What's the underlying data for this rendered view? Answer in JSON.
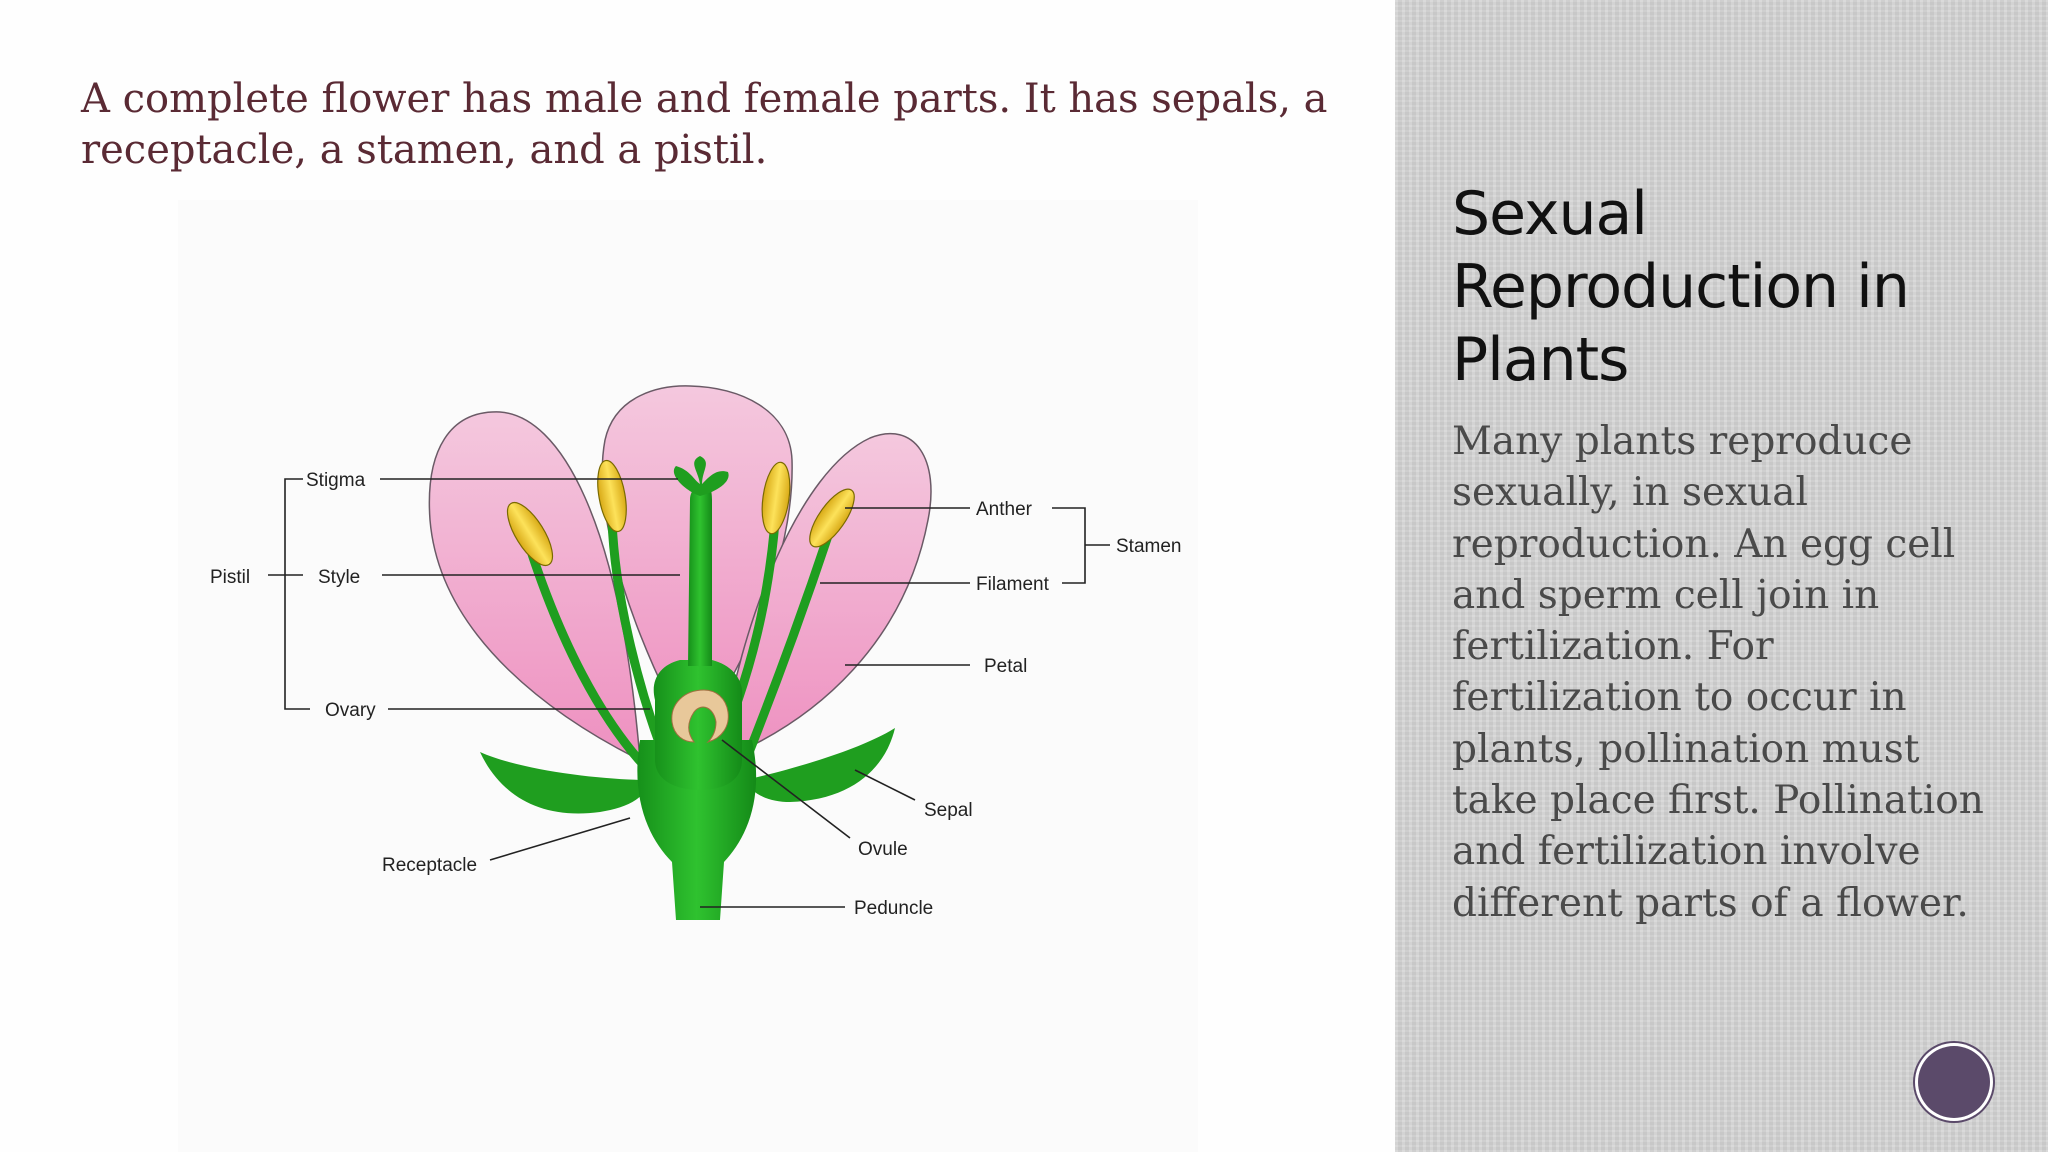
{
  "intro_text": "A complete flower has male and female parts. It has sepals, a receptacle, a stamen, and a pistil.",
  "sidebar": {
    "title": "Sexual Reproduction in Plants",
    "body": "Many plants reproduce sexually, in sexual reproduction. An egg cell and sperm cell join in fertilization. For fertilization to occur in plants, pollination must take place first. Pollination and fertilization involve different parts of a flower."
  },
  "diagram": {
    "labels": {
      "stigma": "Stigma",
      "style": "Style",
      "pistil": "Pistil",
      "ovary": "Ovary",
      "anther": "Anther",
      "filament": "Filament",
      "stamen": "Stamen",
      "petal": "Petal",
      "sepal": "Sepal",
      "ovule": "Ovule",
      "receptacle": "Receptacle",
      "peduncle": "Peduncle"
    }
  },
  "colors": {
    "petal": "#f0a8cc",
    "stem_green": "#1f9e1f",
    "anther_yellow": "#f2d23a",
    "ovule": "#e8c89a",
    "title_text": "#111111",
    "intro_text": "#5a2a34",
    "sidebar_bg": "#d3d3d3",
    "nav_circle": "#5b4a6a"
  },
  "nav": {
    "icon": "circle-nav-icon"
  }
}
